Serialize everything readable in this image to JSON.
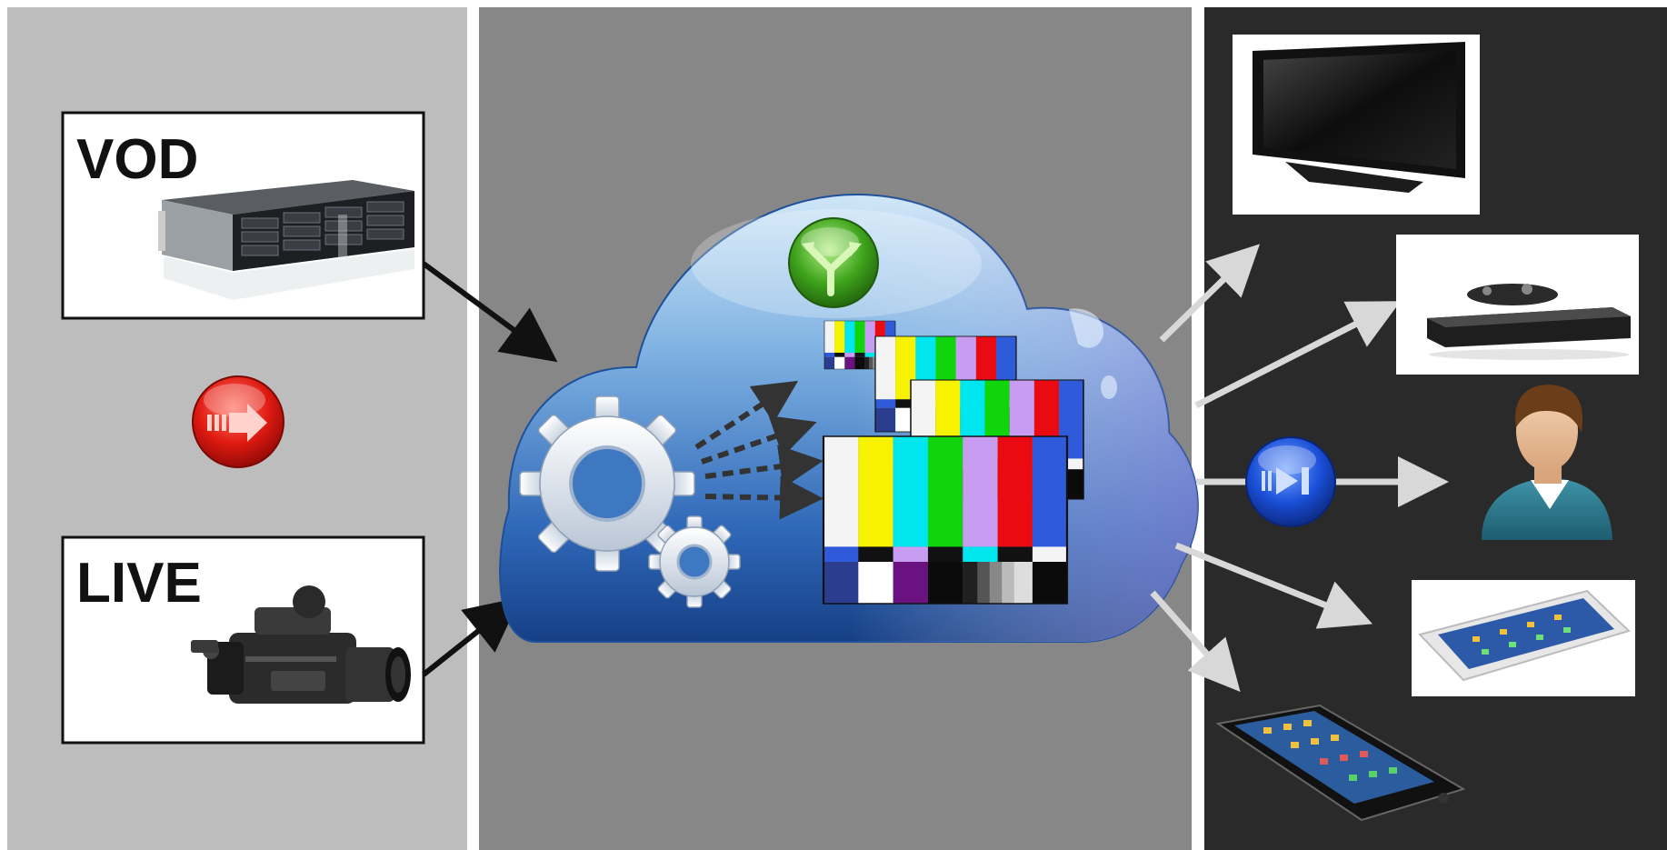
{
  "sources": {
    "vod": {
      "label": "VOD",
      "icon": "rack-server-icon"
    },
    "live": {
      "label": "LIVE",
      "icon": "broadcast-camera-icon"
    }
  },
  "left_button": {
    "icon": "red-forward-icon",
    "color": "#e01b12"
  },
  "cloud": {
    "icon": "cloud-icon",
    "gear_icon": "gears-icon",
    "merge_icon": "green-merge-icon",
    "merge_color": "#3fa41c",
    "test_pattern_icon": "color-bars-icon"
  },
  "output_button": {
    "icon": "blue-play-pause-icon",
    "color": "#1a4fd8"
  },
  "devices": [
    {
      "name": "tv",
      "icon": "flat-tv-icon"
    },
    {
      "name": "set-top-box",
      "icon": "set-top-box-icon"
    },
    {
      "name": "user",
      "icon": "user-icon"
    },
    {
      "name": "tablet",
      "icon": "tablet-icon"
    },
    {
      "name": "phone",
      "icon": "smartphone-icon"
    }
  ],
  "colors": {
    "left_panel": "#bdbdbd",
    "center_panel": "#878787",
    "right_panel": "#2a2a2a",
    "cloud_blue": "#3e7bc6"
  }
}
